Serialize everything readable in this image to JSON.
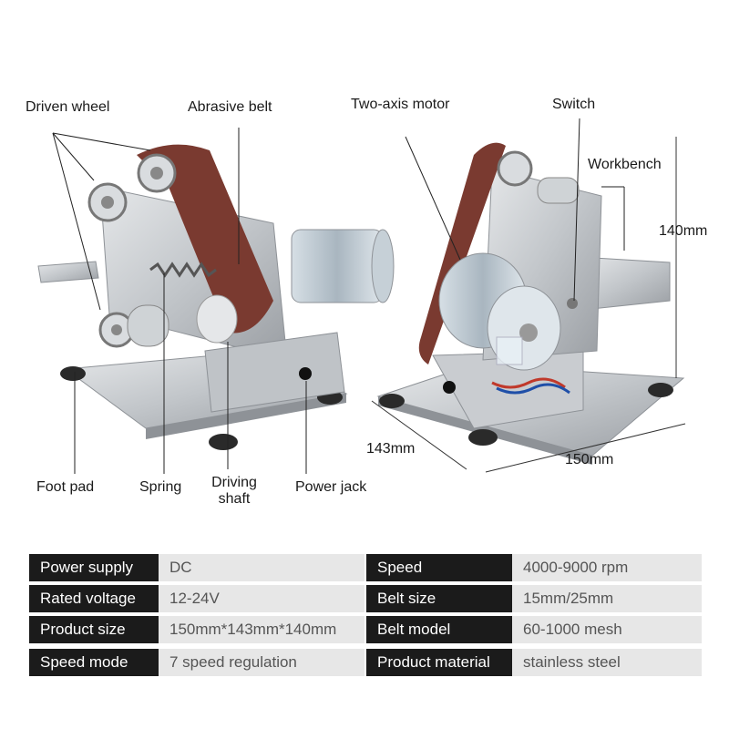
{
  "labels": {
    "driven_wheel": "Driven wheel",
    "abrasive_belt": "Abrasive belt",
    "two_axis_motor": "Two-axis motor",
    "switch": "Switch",
    "workbench": "Workbench",
    "height_dim": "140mm",
    "depth_dim": "143mm",
    "width_dim": "150mm",
    "foot_pad": "Foot pad",
    "spring": "Spring",
    "driving_shaft_line1": "Driving",
    "driving_shaft_line2": "shaft",
    "power_jack": "Power jack"
  },
  "specs": [
    {
      "k1": "Power supply",
      "v1": "DC",
      "k2": "Speed",
      "v2": "4000-9000 rpm"
    },
    {
      "k1": "Rated voltage",
      "v1": "12-24V",
      "k2": "Belt size",
      "v2": "15mm/25mm"
    },
    {
      "k1": "Product size",
      "v1": "150mm*143mm*140mm",
      "k2": "Belt model",
      "v2": "60-1000 mesh"
    },
    {
      "k1": "Speed mode",
      "v1": "7 speed regulation",
      "k2": "Product material",
      "v2": "stainless steel"
    }
  ],
  "colors": {
    "steel": "#c9ccd0",
    "steel_dark": "#8e9297",
    "belt": "#7a3a30",
    "motor": "#b7c3cc",
    "key_bg": "#1b1b1b",
    "value_bg": "#e7e7e7"
  }
}
